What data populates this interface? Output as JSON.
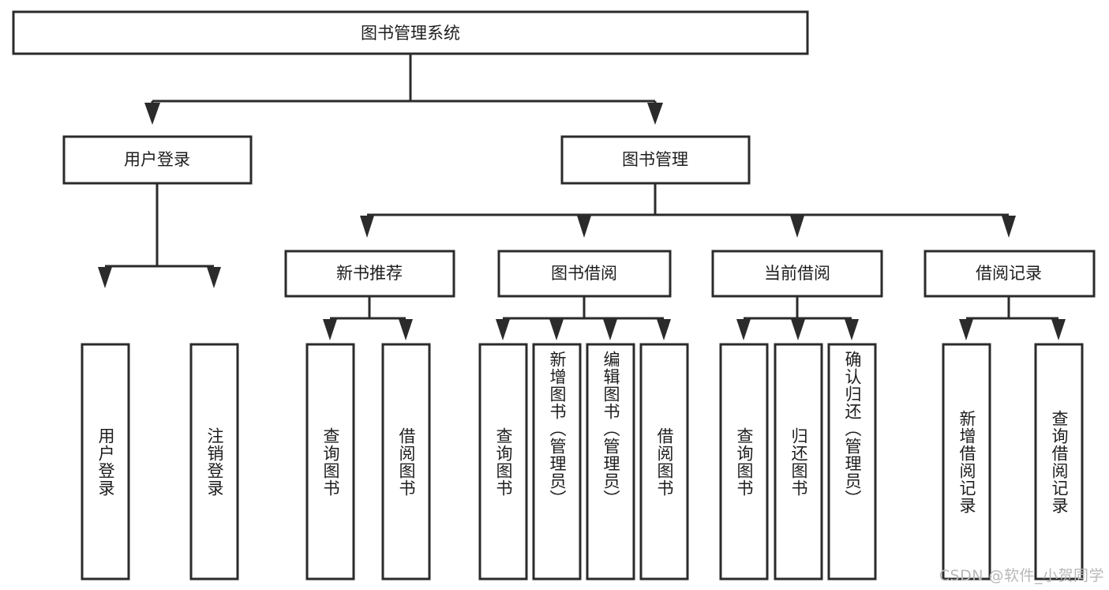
{
  "diagram": {
    "title": "图书管理系统",
    "type": "hierarchy-tree",
    "watermark": "CSDN @软件_小贺同学",
    "colors": {
      "stroke": "#2b2b2b",
      "fill": "#ffffff",
      "text": "#1d1d1d",
      "watermark": "#b8b8b8"
    },
    "root": {
      "id": "root",
      "label": "图书管理系统",
      "orientation": "horizontal"
    },
    "level2": [
      {
        "id": "user-login",
        "label": "用户登录",
        "orientation": "horizontal"
      },
      {
        "id": "book-manage",
        "label": "图书管理",
        "orientation": "horizontal"
      }
    ],
    "level3": [
      {
        "id": "new-book-rec",
        "label": "新书推荐",
        "orientation": "horizontal",
        "parent": "book-manage"
      },
      {
        "id": "book-borrow",
        "label": "图书借阅",
        "orientation": "horizontal",
        "parent": "book-manage"
      },
      {
        "id": "current-borrow",
        "label": "当前借阅",
        "orientation": "horizontal",
        "parent": "book-manage"
      },
      {
        "id": "borrow-record",
        "label": "借阅记录",
        "orientation": "horizontal",
        "parent": "book-manage"
      }
    ],
    "leaves": [
      {
        "id": "leaf-user-login",
        "label": "用户登录",
        "parent": "user-login",
        "orientation": "vertical"
      },
      {
        "id": "leaf-user-logout",
        "label": "注销登录",
        "parent": "user-login",
        "orientation": "vertical"
      },
      {
        "id": "leaf-query-book-1",
        "label": "查询图书",
        "parent": "new-book-rec",
        "orientation": "vertical"
      },
      {
        "id": "leaf-borrow-book-1",
        "label": "借阅图书",
        "parent": "new-book-rec",
        "orientation": "vertical"
      },
      {
        "id": "leaf-query-book-2",
        "label": "查询图书",
        "parent": "book-borrow",
        "orientation": "vertical"
      },
      {
        "id": "leaf-add-book",
        "label": "新增图书（管理员）",
        "parent": "book-borrow",
        "orientation": "vertical"
      },
      {
        "id": "leaf-edit-book",
        "label": "编辑图书（管理员）",
        "parent": "book-borrow",
        "orientation": "vertical"
      },
      {
        "id": "leaf-borrow-book-2",
        "label": "借阅图书",
        "parent": "book-borrow",
        "orientation": "vertical"
      },
      {
        "id": "leaf-query-book-3",
        "label": "查询图书",
        "parent": "current-borrow",
        "orientation": "vertical"
      },
      {
        "id": "leaf-return-book",
        "label": "归还图书",
        "parent": "current-borrow",
        "orientation": "vertical"
      },
      {
        "id": "leaf-confirm-return",
        "label": "确认归还（管理员）",
        "parent": "current-borrow",
        "orientation": "vertical"
      },
      {
        "id": "leaf-add-record",
        "label": "新增借阅记录",
        "parent": "borrow-record",
        "orientation": "vertical"
      },
      {
        "id": "leaf-query-record",
        "label": "查询借阅记录",
        "parent": "borrow-record",
        "orientation": "vertical"
      }
    ]
  }
}
